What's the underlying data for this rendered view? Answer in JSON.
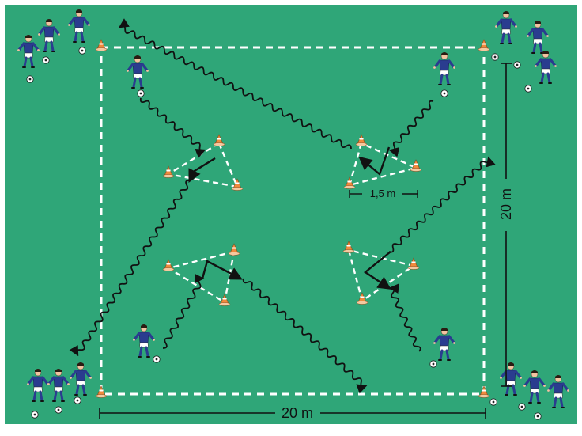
{
  "diagram": {
    "field_color": "#2fa678",
    "line_color": "#ffffff",
    "run_color": "#111111",
    "shirt_color": "#2a3c8f",
    "shorts_color": "#ffffff",
    "cone_color": "#f08a3c",
    "dimensions": {
      "width_label": "20 m",
      "height_label": "20 m",
      "triangle_label": "1,5 m"
    },
    "icons": {
      "player": "player-icon",
      "ball": "soccer-ball-icon",
      "cone": "cone-icon"
    }
  }
}
